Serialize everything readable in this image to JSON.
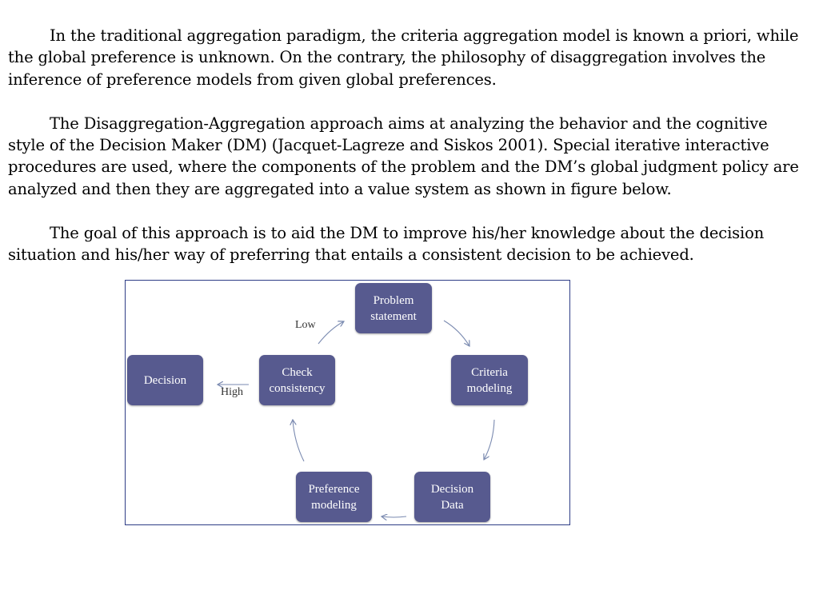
{
  "paragraphs": [
    "In the traditional aggregation paradigm, the criteria aggregation model is known a priori, while the global preference is unknown. On the contrary, the philosophy of disaggregation involves the inference of preference models from given global preferences.",
    "The Disaggregation-Aggregation approach aims at analyzing the behavior and the cognitive style of the Decision Maker (DM) (Jacquet-Lagreze and Siskos 2001). Special iterative interactive procedures are used, where the components of the problem and the DM’s global judgment policy are analyzed and then they are aggregated into a value system as shown in figure below.",
    "The goal of this approach is to aid the DM to improve his/her knowledge about the decision situation and his/her way of preferring that entails a consistent decision to be achieved."
  ],
  "diagram": {
    "nodes": {
      "problem_statement": "Problem\nstatement",
      "criteria_modeling": "Criteria\nmodeling",
      "decision_data": "Decision\nData",
      "preference_modeling": "Preference\nmodeling",
      "check_consistency": "Check\nconsistency",
      "decision": "Decision"
    },
    "labels": {
      "low": "Low",
      "high": "High"
    },
    "colors": {
      "node_fill": "#575a8f",
      "border": "#2e3d86",
      "arrow": "#7a8ab0"
    }
  }
}
